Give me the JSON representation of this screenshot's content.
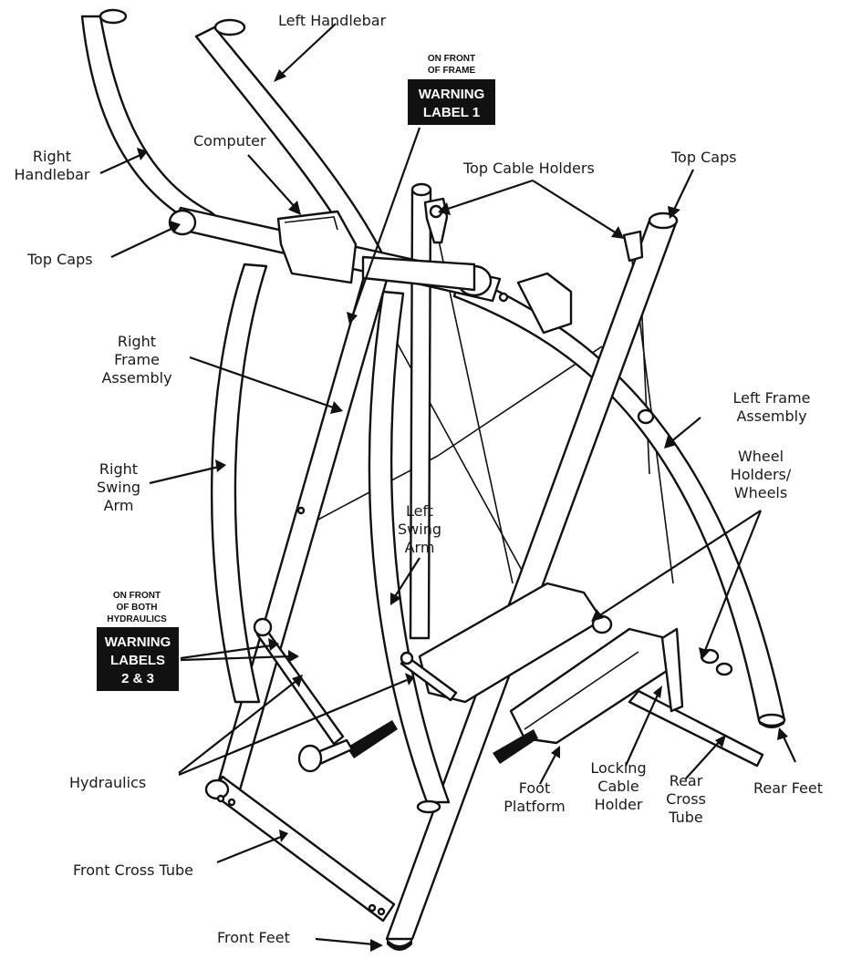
{
  "labels": {
    "left_handlebar": "Left Handlebar",
    "right_handlebar": [
      "Right",
      "Handlebar"
    ],
    "computer": "Computer",
    "top_caps_left": "Top Caps",
    "top_caps_right": "Top Caps",
    "top_cable_holders": "Top Cable Holders",
    "right_frame_assembly": [
      "Right",
      "Frame",
      "Assembly"
    ],
    "left_frame_assembly": [
      "Left Frame",
      "Assembly"
    ],
    "right_swing_arm": [
      "Right",
      "Swing",
      "Arm"
    ],
    "left_swing_arm": [
      "Left",
      "Swing",
      "Arm"
    ],
    "wheel_holders": [
      "Wheel",
      "Holders/",
      "Wheels"
    ],
    "hydraulics": "Hydraulics",
    "foot_platform": [
      "Foot",
      "Platform"
    ],
    "locking_cable_holder": [
      "Locking",
      "Cable",
      "Holder"
    ],
    "rear_cross_tube": [
      "Rear",
      "Cross",
      "Tube"
    ],
    "rear_feet": "Rear Feet",
    "front_cross_tube": "Front Cross Tube",
    "front_feet": "Front Feet"
  },
  "warnings": {
    "label1": {
      "caption": [
        "ON FRONT",
        "OF FRAME"
      ],
      "box": [
        "WARNING",
        "LABEL 1"
      ]
    },
    "labels23": {
      "caption": [
        "ON FRONT",
        "OF BOTH",
        "HYDRAULICS"
      ],
      "box": [
        "WARNING",
        "LABELS",
        "2 & 3"
      ]
    }
  },
  "colors": {
    "ink": "#111111",
    "background": "#ffffff"
  }
}
